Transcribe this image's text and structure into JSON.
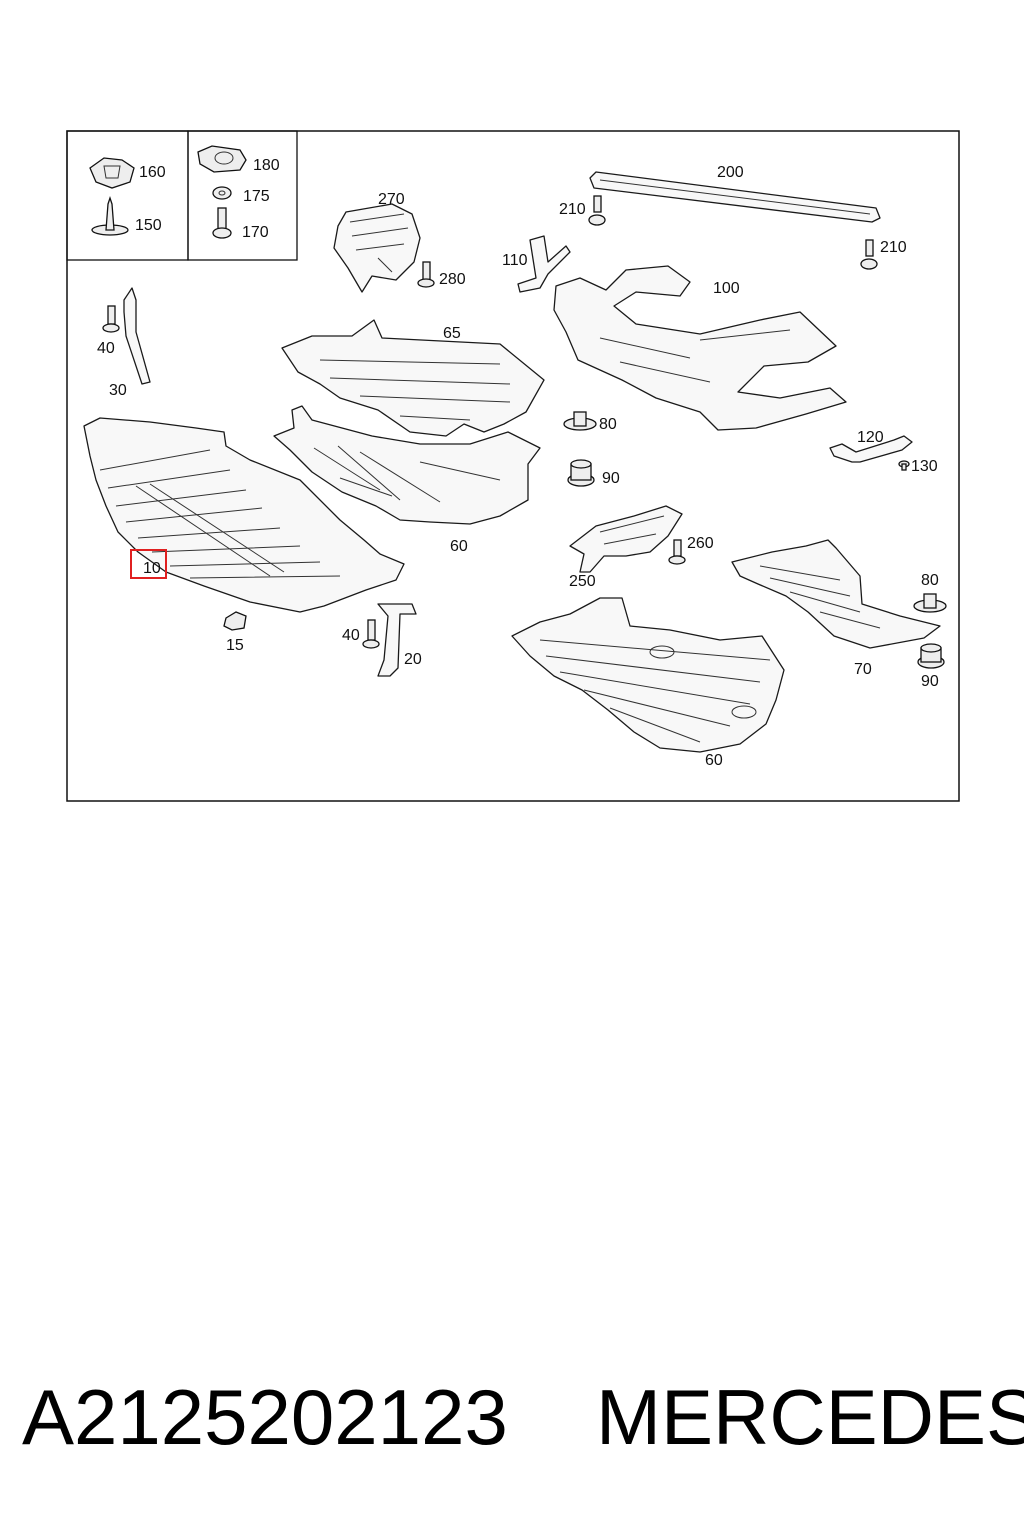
{
  "callouts": {
    "c160": "160",
    "c150": "150",
    "c180": "180",
    "c175": "175",
    "c170": "170",
    "c270": "270",
    "c280": "280",
    "c200": "200",
    "c210a": "210",
    "c210b": "210",
    "c110": "110",
    "c100": "100",
    "c65": "65",
    "c40a": "40",
    "c30": "30",
    "c80a": "80",
    "c90a": "90",
    "c120": "120",
    "c130": "130",
    "c60a": "60",
    "c10": "10",
    "c260": "260",
    "c250": "250",
    "c80b": "80",
    "c70": "70",
    "c90b": "90",
    "c15": "15",
    "c40b": "40",
    "c20": "20",
    "c60b": "60"
  },
  "highlight_color": "#e02020",
  "footer": {
    "part_number": "A2125202123",
    "brand": "MERCEDES"
  }
}
